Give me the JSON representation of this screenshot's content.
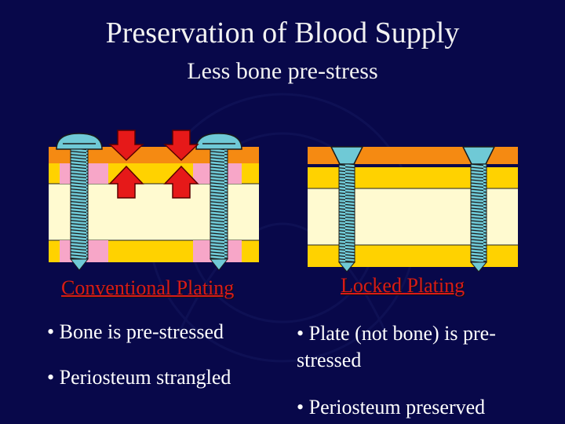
{
  "slide": {
    "title": "Preservation of Blood Supply",
    "subtitle": "Less bone pre-stress"
  },
  "conventional": {
    "label": "Conventional Plating",
    "bullets": [
      "• Bone is pre-stressed",
      "• Periosteum strangled"
    ]
  },
  "locked": {
    "label": "Locked Plating",
    "bullets": [
      "• Plate (not bone) is pre-stressed",
      "• Periosteum preserved"
    ]
  },
  "colors": {
    "background": "#08084a",
    "plate": "#f58a12",
    "cortex": "#ffd200",
    "marrow": "#fffad0",
    "periosteum_compressed": "#f7a6c8",
    "screw": "#6fc9d6",
    "compression_arrow": "#e61919",
    "label_red": "#d81a1a"
  },
  "icons": [
    "screw-icon",
    "compression-arrow-icon"
  ]
}
